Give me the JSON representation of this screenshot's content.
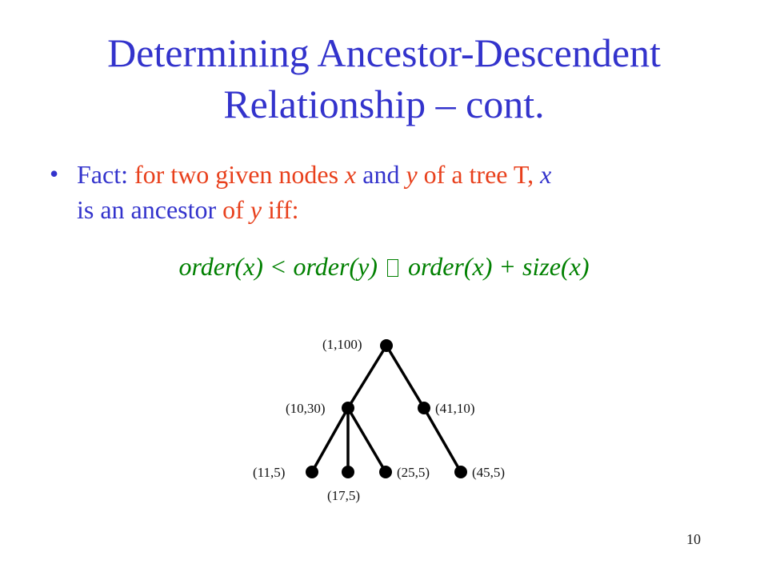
{
  "slide": {
    "title_line1": "Determining Ancestor-Descendent",
    "title_line2": "Relationship – cont.",
    "bullet_symbol": "•",
    "bullet": {
      "p1": "Fact: ",
      "p2": "for two given nodes ",
      "p3": "x",
      "p4": " and ",
      "p5": "y",
      "p6": " of a tree T, ",
      "p7": "x",
      "p8": "is an ancestor ",
      "p9": "of ",
      "p10": "y",
      "p11": " iff:"
    },
    "formula": {
      "left": "order(x) < order(y) ",
      "right": " order(x) + size(x)"
    },
    "page_number": "10"
  },
  "tree": {
    "nodes": [
      {
        "id": "root",
        "label": "(1,100)"
      },
      {
        "id": "n10",
        "label": "(10,30)"
      },
      {
        "id": "n41",
        "label": "(41,10)"
      },
      {
        "id": "n11",
        "label": "(11,5)"
      },
      {
        "id": "n17",
        "label": "(17,5)"
      },
      {
        "id": "n25",
        "label": "(25,5)"
      },
      {
        "id": "n45",
        "label": "(45,5)"
      }
    ],
    "edges": [
      [
        "root",
        "n10"
      ],
      [
        "root",
        "n41"
      ],
      [
        "n10",
        "n11"
      ],
      [
        "n10",
        "n17"
      ],
      [
        "n10",
        "n25"
      ],
      [
        "n41",
        "n45"
      ]
    ]
  }
}
